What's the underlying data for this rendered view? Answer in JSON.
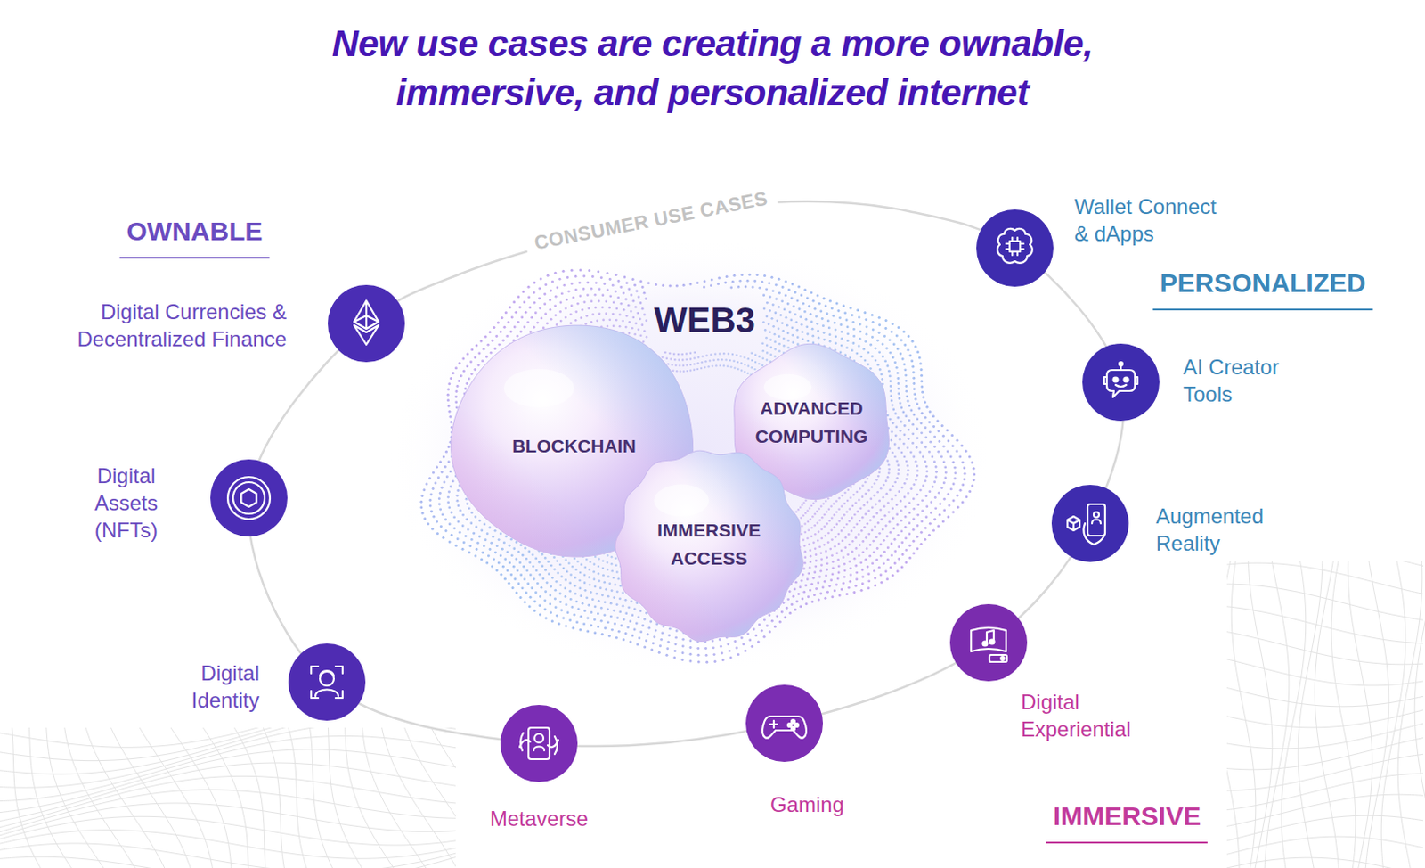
{
  "diagram": {
    "title": "New use cases are creating a more ownable, immersive, and personalized internet",
    "nodes": [
      {
        "text": [
          "WEB3"
        ]
      },
      {
        "text": [
          "BLOCKCHAIN"
        ],
        "in": 0
      },
      {
        "text": [
          "ADVANCED COMPUTING"
        ],
        "in": 0
      },
      {
        "text": [
          "IMMERSIVE ACCESS"
        ],
        "in": 0
      },
      {
        "text": [
          "Digital Currencies & Decentralized Finance"
        ]
      },
      {
        "text": [
          "Digital Assets (NFTs)"
        ]
      },
      {
        "text": [
          "Digital Identity"
        ]
      },
      {
        "text": [
          "Metaverse"
        ]
      },
      {
        "text": [
          "Gaming"
        ]
      },
      {
        "text": [
          "Digital Experiential"
        ]
      },
      {
        "text": [
          "Augmented Reality"
        ]
      },
      {
        "text": [
          "AI Creator Tools"
        ]
      },
      {
        "text": [
          "Wallet Connect & dApps"
        ]
      }
    ],
    "labels": [
      "CONSUMER USE CASES",
      "OWNABLE",
      "PERSONALIZED",
      "IMMERSIVE"
    ]
  }
}
